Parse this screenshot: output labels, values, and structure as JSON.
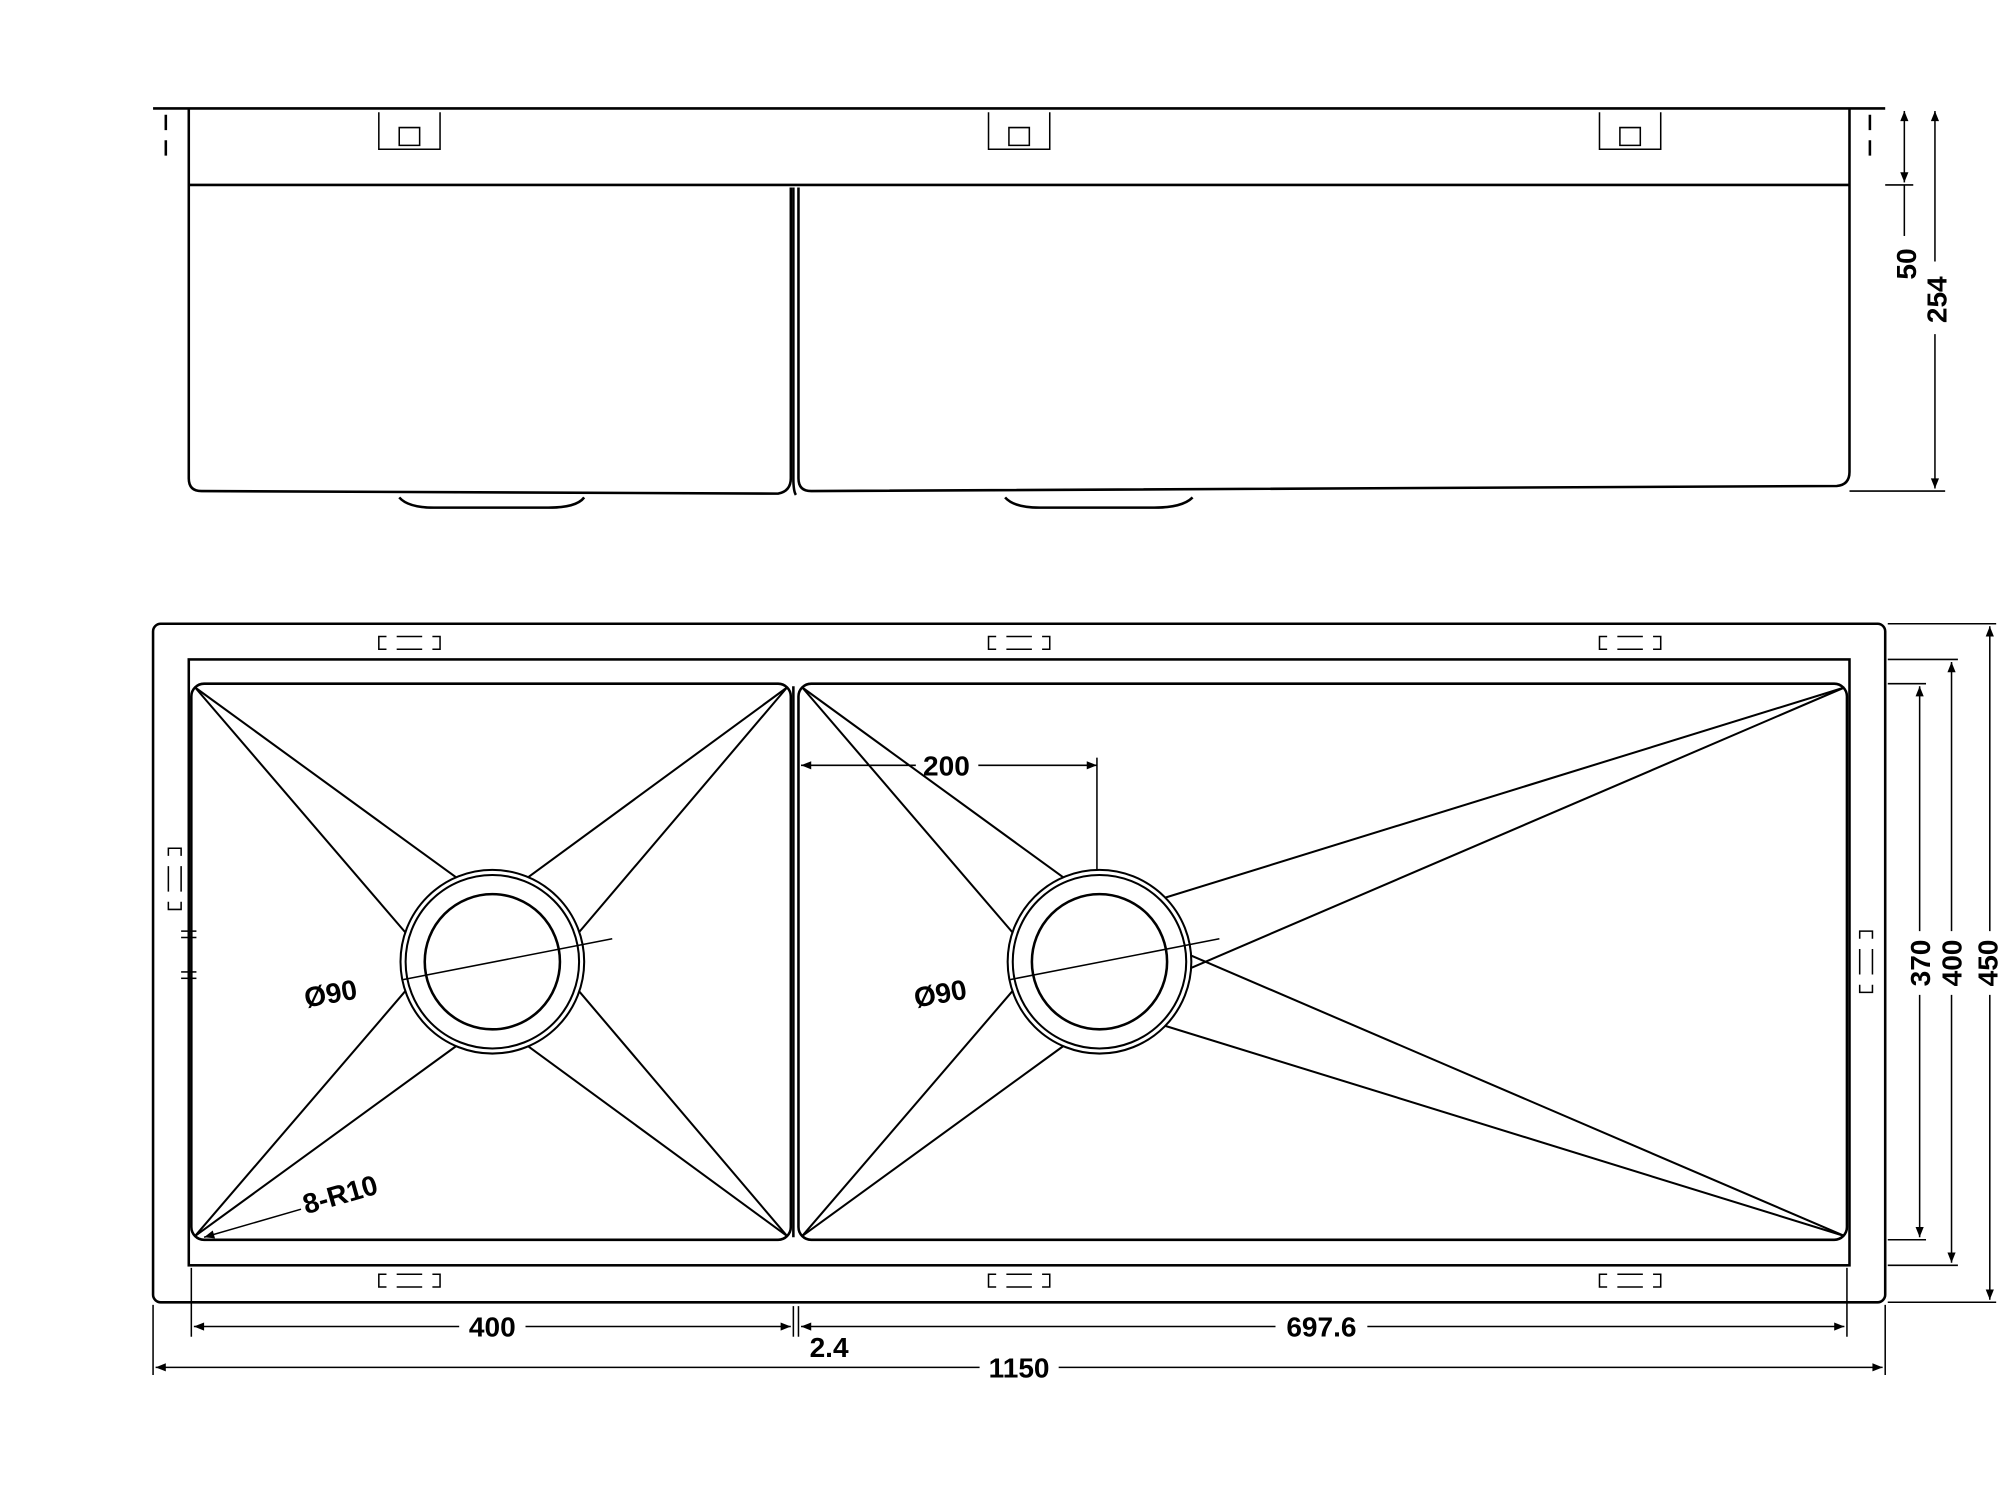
{
  "title": "Double bowl undermount sink technical drawing",
  "side_view": {
    "dim_flange": "50",
    "dim_depth": "254"
  },
  "plan_view": {
    "dim_bowl_offset": "200",
    "drain_left": "Ø90",
    "drain_right": "Ø90",
    "corner_radius": "8-R10",
    "dim_inner_depth": "370",
    "dim_frame_depth": "400",
    "dim_overall_depth": "450",
    "dim_left_bowl": "400",
    "dim_divider": "2.4",
    "dim_right_bowl": "697.6",
    "dim_overall_width": "1150"
  },
  "colors": {
    "line": "#000000",
    "background": "#ffffff"
  }
}
